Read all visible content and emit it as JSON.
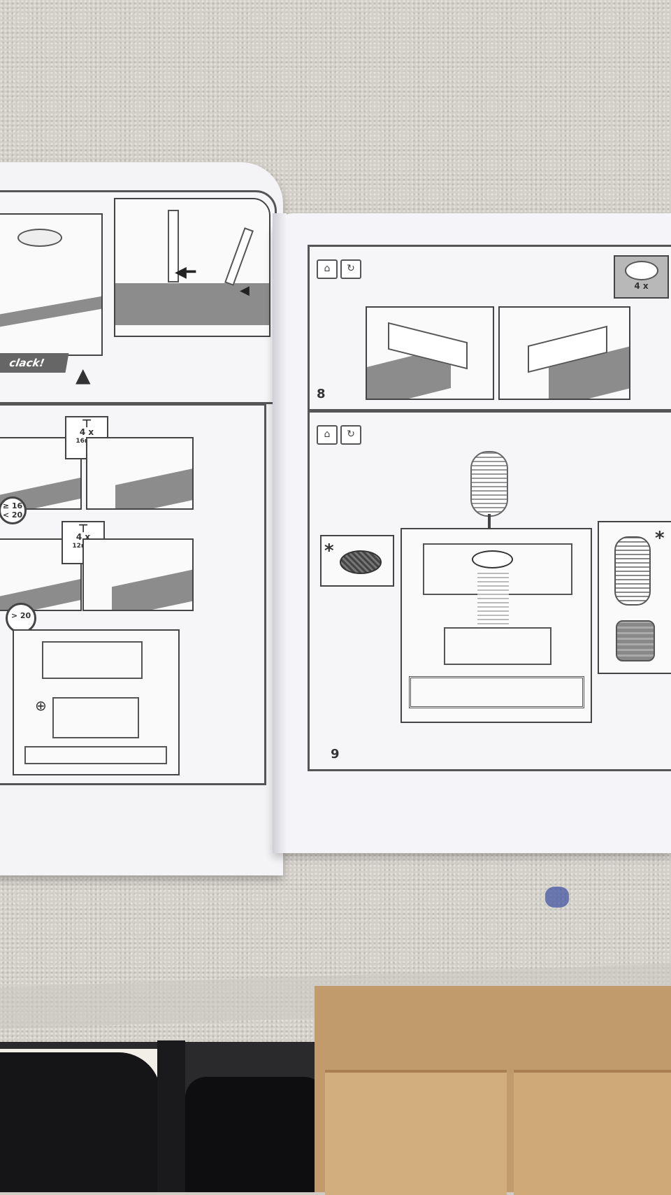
{
  "manual": {
    "left_page": {
      "top_panel": {
        "sound_label": "clack!"
      },
      "middle_panel": {
        "screw_badge_1": {
          "count": "4 x",
          "size": "16mm"
        },
        "screw_badge_2": {
          "count": "4 x",
          "size": "12mm"
        },
        "range_badge_1": {
          "line1": "≥ 16",
          "line2": "< 20"
        },
        "range_badge_2": {
          "line1": "> 20"
        }
      }
    },
    "right_page": {
      "step_8": {
        "number": "8",
        "part_badge": {
          "count": "4 x"
        }
      },
      "step_9": {
        "number": "9",
        "optional_marker": "*",
        "optional_marker_right": "*"
      }
    }
  },
  "colors": {
    "towel": "#d3d0ca",
    "paper": "#f5f4f8",
    "cardboard": "#c29b6c",
    "shading": "#8c8c8c"
  },
  "icons": [
    "house-arrow-icon",
    "recirculation-icon",
    "arrow-up-icon",
    "arrow-left-icon"
  ]
}
